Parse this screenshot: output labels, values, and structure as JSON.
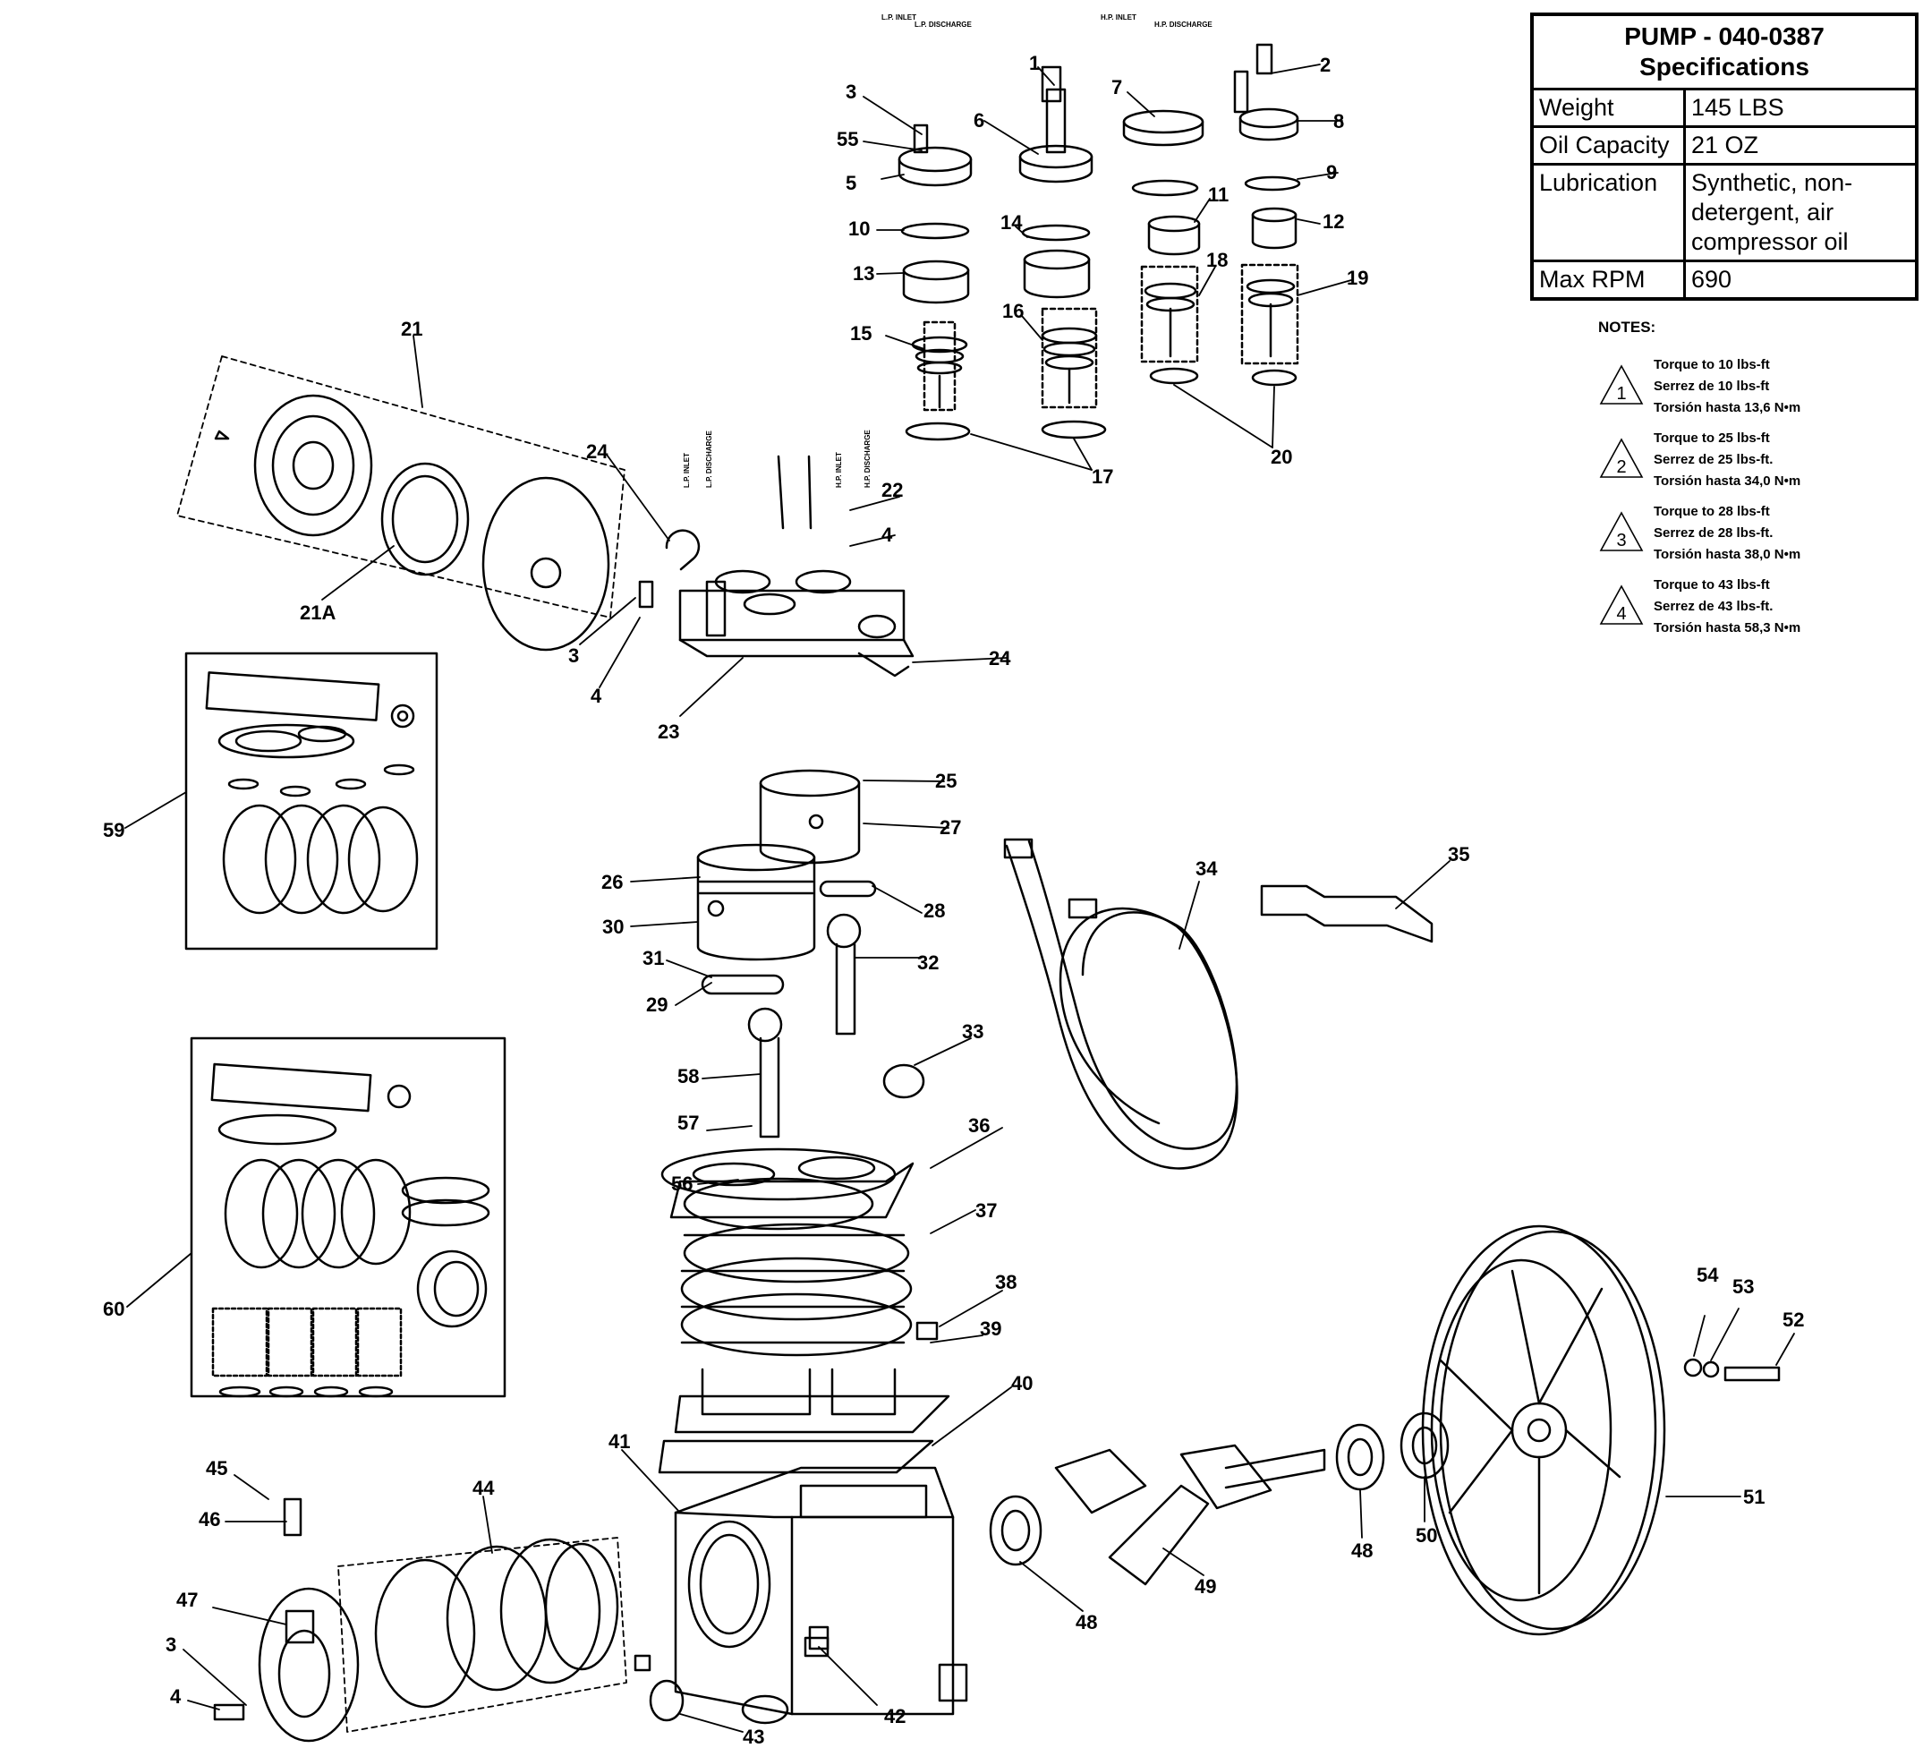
{
  "spec": {
    "title": "PUMP - 040-0387",
    "subtitle": "Specifications",
    "rows": [
      {
        "key": "Weight",
        "value": "145 LBS"
      },
      {
        "key": "Oil Capacity",
        "value": "21 OZ"
      },
      {
        "key": "Lubrication",
        "value": "Synthetic, non-detergent, air compressor oil"
      },
      {
        "key": "Max RPM",
        "value": "690"
      }
    ]
  },
  "notes": {
    "heading": "NOTES:",
    "items": [
      {
        "num": "1",
        "en": "Torque to 10 lbs-ft",
        "fr": "Serrez de 10 lbs-ft",
        "es": "Torsión hasta 13,6 N•m"
      },
      {
        "num": "2",
        "en": "Torque to 25 lbs-ft",
        "fr": "Serrez de 25 lbs-ft.",
        "es": "Torsión hasta 34,0 N•m"
      },
      {
        "num": "3",
        "en": "Torque to 28 lbs-ft",
        "fr": "Serrez de 28 lbs-ft.",
        "es": "Torsión hasta 38,0 N•m"
      },
      {
        "num": "4",
        "en": "Torque to 43 lbs-ft",
        "fr": "Serrez de 43 lbs-ft.",
        "es": "Torsión hasta 58,3 N•m"
      }
    ]
  },
  "port_labels": [
    "L.P. INLET",
    "L.P. DISCHARGE",
    "H.P. INLET",
    "H.P. DISCHARGE"
  ],
  "part_labels": [
    "1",
    "2",
    "3",
    "55",
    "6",
    "7",
    "8",
    "5",
    "9",
    "10",
    "14",
    "11",
    "12",
    "13",
    "18",
    "19",
    "15",
    "16",
    "20",
    "17",
    "21",
    "24",
    "22",
    "4",
    "21A",
    "3",
    "4",
    "24",
    "23",
    "59",
    "25",
    "27",
    "26",
    "28",
    "30",
    "34",
    "35",
    "31",
    "32",
    "29",
    "33",
    "58",
    "57",
    "36",
    "56",
    "37",
    "38",
    "60",
    "39",
    "40",
    "41",
    "45",
    "46",
    "44",
    "47",
    "3",
    "4",
    "42",
    "43",
    "49",
    "48",
    "48",
    "50",
    "51",
    "54",
    "53",
    "52"
  ]
}
